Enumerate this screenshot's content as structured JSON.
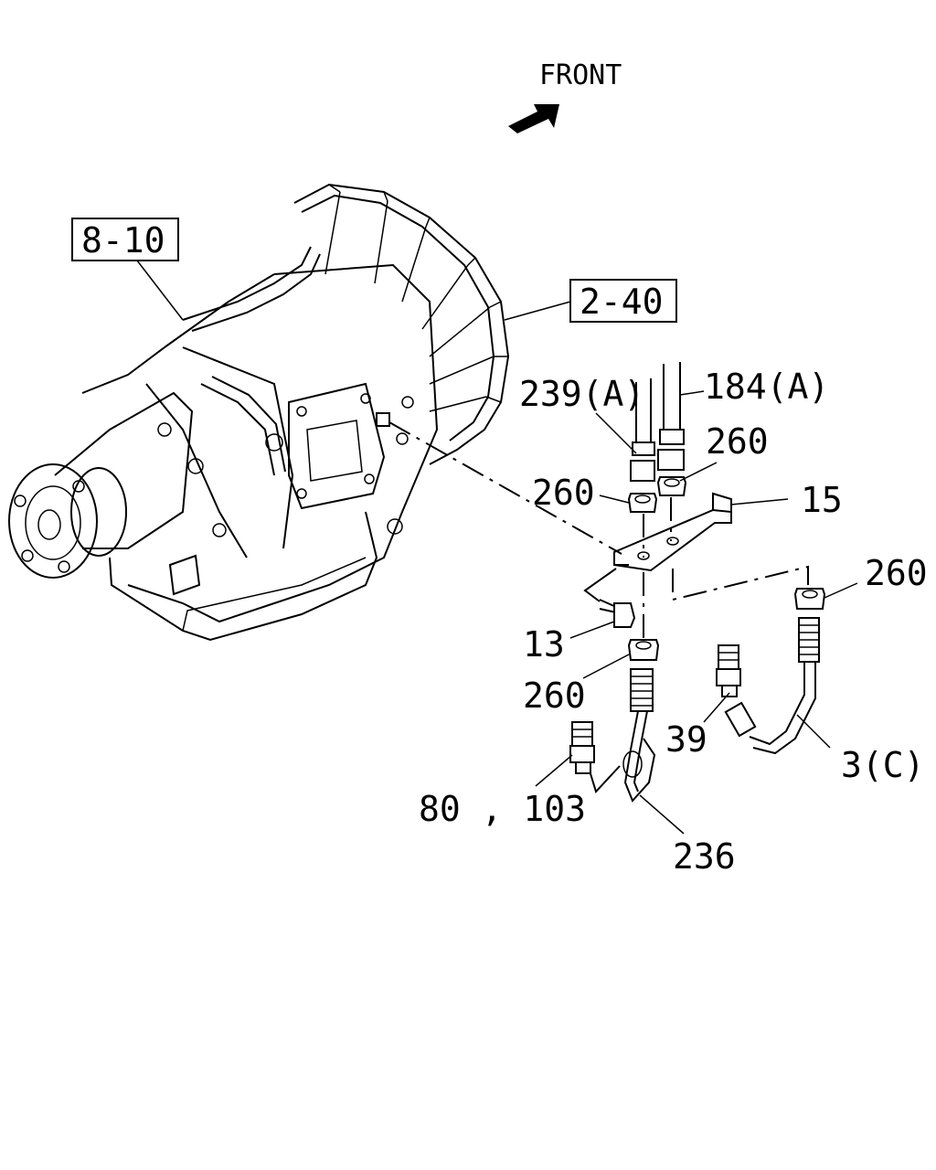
{
  "direction": {
    "label": "FRONT",
    "icon": "arrow-front-icon"
  },
  "reference_boxes": {
    "ref1": "8-10",
    "ref2": "2-40"
  },
  "callouts": {
    "c239": "239(A)",
    "c184": "184(A)",
    "c260_top_right": "260",
    "c260_left": "260",
    "c15": "15",
    "c260_right": "260",
    "c13": "13",
    "c260_lower": "260",
    "c39": "39",
    "c3c": "3(C)",
    "c80": "80 , 103",
    "c236": "236"
  }
}
